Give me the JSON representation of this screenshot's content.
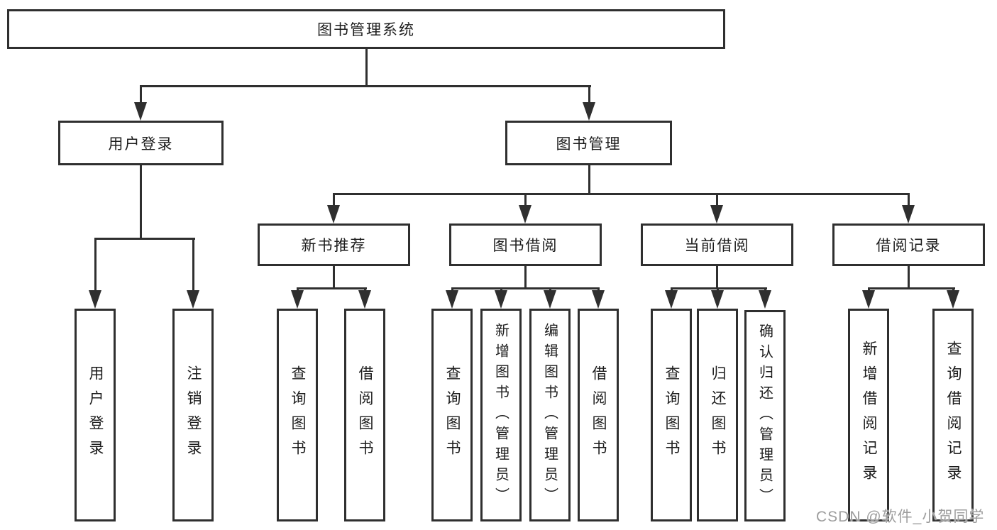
{
  "tree": {
    "label": "图书管理系统",
    "children": [
      {
        "label": "用户登录",
        "children": [
          {
            "label": "用户登录"
          },
          {
            "label": "注销登录"
          }
        ]
      },
      {
        "label": "图书管理",
        "children": [
          {
            "label": "新书推荐",
            "children": [
              {
                "label": "查询图书"
              },
              {
                "label": "借阅图书"
              }
            ]
          },
          {
            "label": "图书借阅",
            "children": [
              {
                "label": "查询图书"
              },
              {
                "label": "新增图书（管理员）"
              },
              {
                "label": "编辑图书（管理员）"
              },
              {
                "label": "借阅图书"
              }
            ]
          },
          {
            "label": "当前借阅",
            "children": [
              {
                "label": "查询图书"
              },
              {
                "label": "归还图书"
              },
              {
                "label": "确认归还（管理员）"
              }
            ]
          },
          {
            "label": "借阅记录",
            "children": [
              {
                "label": "新增借阅记录"
              },
              {
                "label": "查询借阅记录"
              }
            ]
          }
        ]
      }
    ]
  },
  "watermark": {
    "text": "CSDN @软件_小贺同学"
  },
  "icons": {
    "arrow_down_icon": "filled-triangle-down"
  },
  "colors": {
    "line": "#2f2f2f",
    "text": "#1c1c1c",
    "background": "#ffffff",
    "watermark": "#9d9d9d"
  }
}
